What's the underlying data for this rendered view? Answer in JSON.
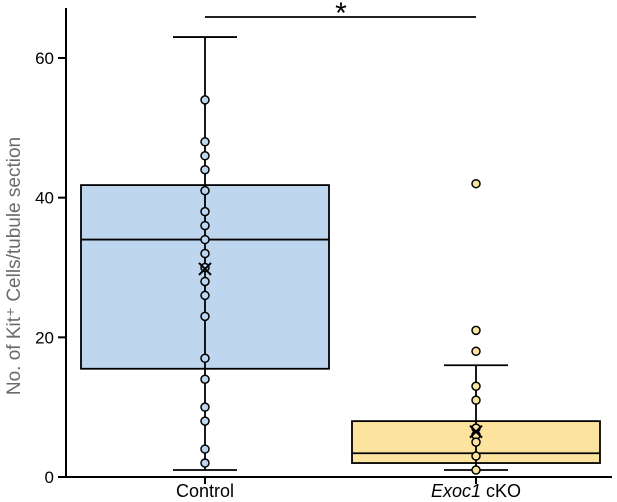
{
  "chart_data": {
    "type": "box",
    "ylabel": "No. of Kit⁺ Cells/tubule section",
    "ylim": [
      0,
      66
    ],
    "yticks": [
      0,
      20,
      40,
      60
    ],
    "significance": "*",
    "groups": [
      {
        "label": "Control",
        "label_style": "normal",
        "fill": "#bed6ee",
        "point_color": "#bed6ee",
        "whisker_low": 1,
        "q1": 15.5,
        "median": 34,
        "q3": 41.8,
        "whisker_high": 63,
        "mean": 29.8,
        "points": [
          54,
          48,
          46,
          44,
          41,
          38,
          36,
          34,
          32,
          30,
          28,
          26,
          23,
          17,
          14,
          10,
          8,
          4,
          2
        ]
      },
      {
        "label_italic": "Exoc1",
        "label_rest": " cKO",
        "label_style": "mixed",
        "fill": "#fce39e",
        "point_color": "#fce39e",
        "whisker_low": 1,
        "q1": 2,
        "median": 3.4,
        "q3": 8,
        "whisker_high": 16,
        "mean": 6.5,
        "points": [
          42,
          21,
          18,
          13,
          11,
          7,
          6,
          5,
          3,
          1
        ]
      }
    ]
  }
}
